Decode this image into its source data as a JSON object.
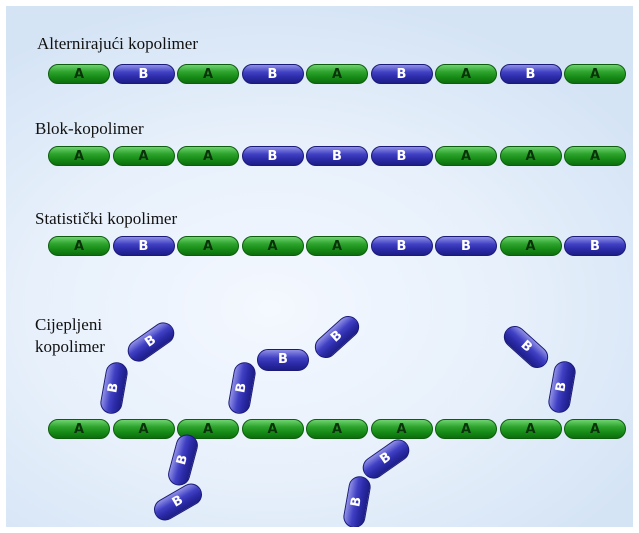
{
  "sections": [
    {
      "title": "Alternirajući kopolimer",
      "units": [
        "A",
        "B",
        "A",
        "B",
        "A",
        "B",
        "A",
        "B",
        "A"
      ]
    },
    {
      "title": "Blok-kopolimer",
      "units": [
        "A",
        "A",
        "A",
        "B",
        "B",
        "B",
        "A",
        "A",
        "A"
      ]
    },
    {
      "title": "Statistički kopolimer",
      "units": [
        "A",
        "B",
        "A",
        "A",
        "A",
        "B",
        "B",
        "A",
        "B"
      ]
    }
  ],
  "graft": {
    "title_line1": "Cijepljeni",
    "title_line2": "kopolimer",
    "backbone": [
      "A",
      "A",
      "A",
      "A",
      "A",
      "A",
      "A",
      "A",
      "A"
    ],
    "branch_label": "B"
  }
}
